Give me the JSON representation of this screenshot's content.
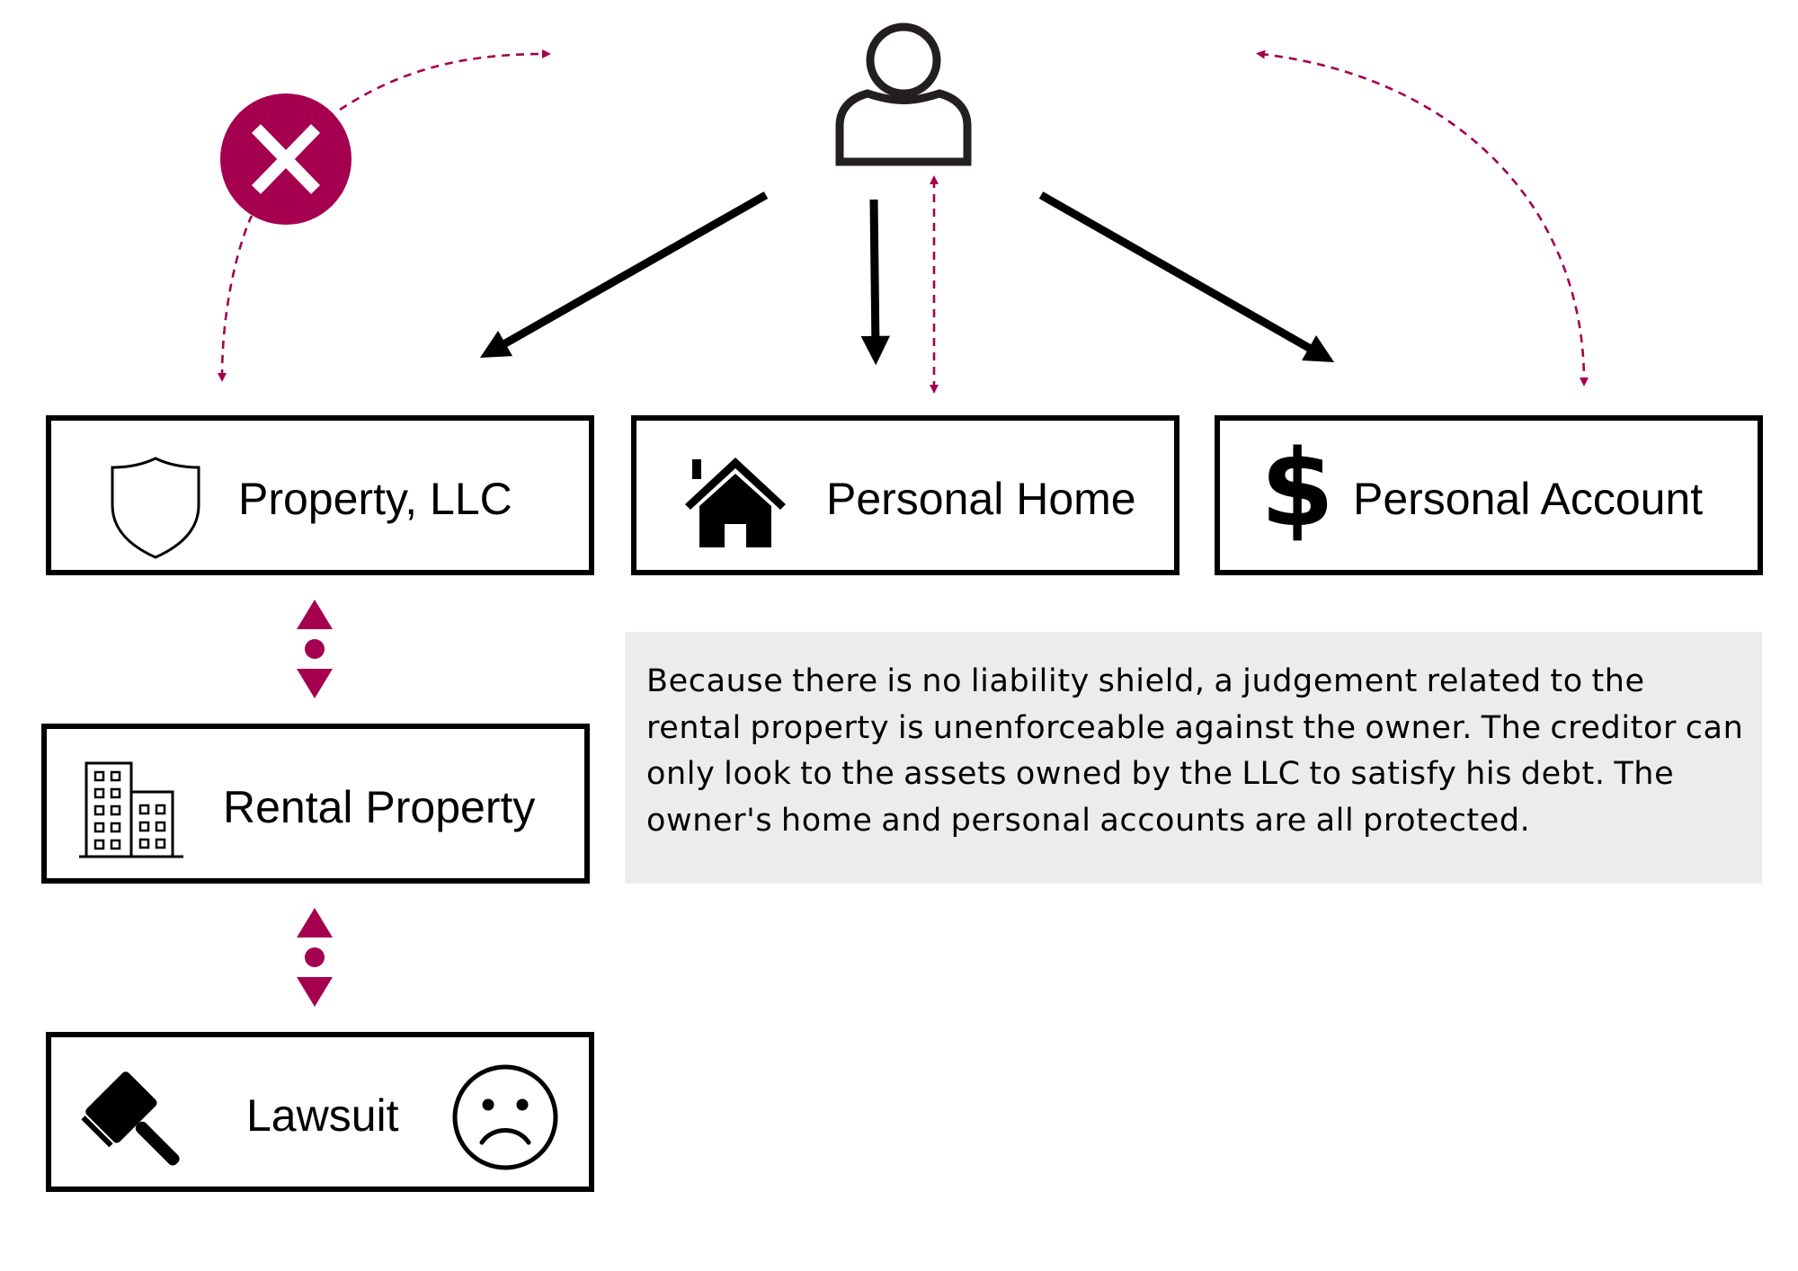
{
  "boxes": {
    "property_llc": {
      "label": "Property, LLC",
      "icon": "shield-icon"
    },
    "personal_home": {
      "label": "Personal Home",
      "icon": "house-icon"
    },
    "personal_account": {
      "label": "Personal Account",
      "icon": "dollar-icon"
    },
    "rental_property": {
      "label": "Rental Property",
      "icon": "building-icon"
    },
    "lawsuit": {
      "label": "Lawsuit",
      "icon": "gavel-icon",
      "icon_right": "sad-face-icon"
    }
  },
  "owner": {
    "icon": "person-icon"
  },
  "blocked": {
    "icon": "x-circle-icon"
  },
  "note": {
    "text": "Because there is no liability shield, a judgement related to the rental property is unenforceable against the owner. The creditor can only look to the assets owned by the LLC to satisfy his debt. The owner's home and personal accounts are all protected."
  },
  "colors": {
    "accent": "#a50050",
    "ink": "#000000",
    "note_background": "#ececec",
    "box_border": "#000000"
  }
}
